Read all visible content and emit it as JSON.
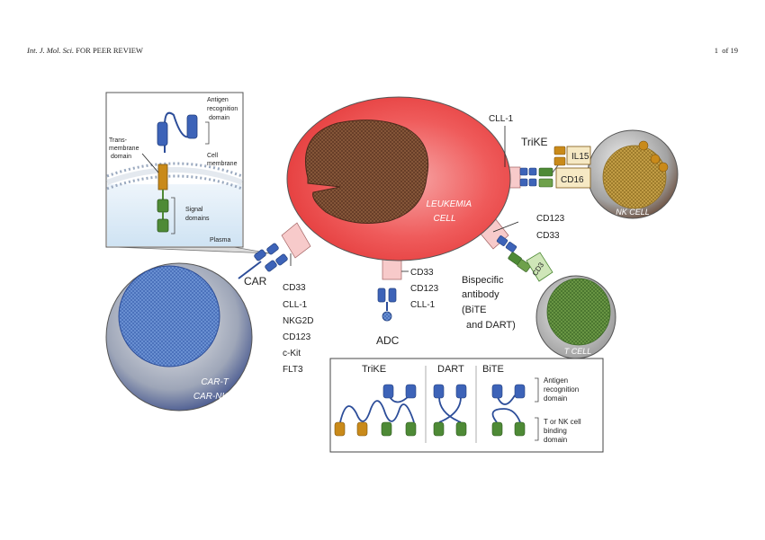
{
  "header": {
    "journal": "Int. J. Mol. Sci.",
    "review_note": "FOR PEER REVIEW",
    "page_number": "1",
    "of_label": "of",
    "total_pages": "19"
  },
  "figure": {
    "leukemia_cell": {
      "line1": "LEUKEMIA",
      "line2": "CELL"
    },
    "nk_cell": "NK CELL",
    "t_cell": "T CELL",
    "car_cell": {
      "line1": "CAR-T",
      "line2": "CAR-NK"
    },
    "labels": {
      "car": "CAR",
      "adc": "ADC",
      "trike": "TriKE",
      "cll1_top": "CLL-1",
      "il15": "IL15",
      "cd16": "CD16",
      "cd3": "CD3",
      "bispecific": [
        "Bispecific",
        "antibody",
        "(BiTE",
        "and DART)"
      ]
    },
    "car_targets": [
      "CD33",
      "CLL-1",
      "NKG2D",
      "CD123",
      "c-Kit",
      "FLT3"
    ],
    "adc_targets": [
      "CD33",
      "CD123",
      "CLL-1"
    ],
    "bispecific_targets": [
      "CD123",
      "CD33"
    ],
    "inset_car": {
      "antigen": [
        "Antigen",
        "recognition",
        "domain"
      ],
      "transmembrane": [
        "Trans-",
        "membrane",
        "domain"
      ],
      "cell_membrane": [
        "Cell",
        "membrane"
      ],
      "signal": [
        "Signal",
        "domains"
      ],
      "plasma": "Plasma"
    },
    "legend_box": {
      "titles": [
        "TriKE",
        "DART",
        "BiTE"
      ],
      "antigen": [
        "Antigen",
        "recognition",
        "domain"
      ],
      "binding": [
        "T or NK cell",
        "binding",
        "domain"
      ]
    },
    "colors": {
      "leukemia_red": "#ee4b4b",
      "domain_blue": "#3d63b8",
      "domain_green": "#4e8a36",
      "domain_orange": "#c98a1a",
      "pink_stalk": "#f7caca"
    }
  }
}
